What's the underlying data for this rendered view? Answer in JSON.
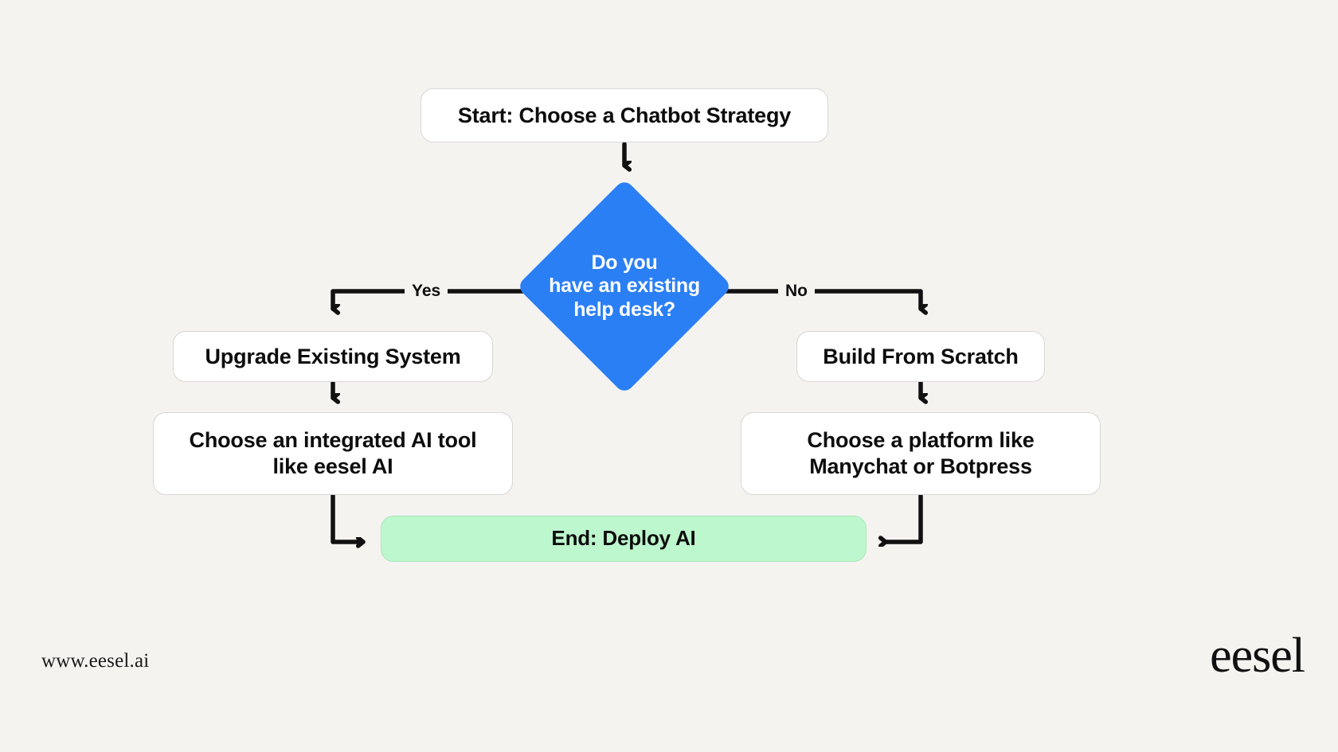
{
  "page": {
    "background_color": "#f4f3f0",
    "title": "Choose a Chatbot Strategy flowchart"
  },
  "theme": {
    "decision_color": "#2b7ff5",
    "end_node_color": "#bdf7cd",
    "node_fill": "#ffffff",
    "node_border": "#d8d7d3",
    "connector_color": "#111111",
    "text_color": "#0d0d0d"
  },
  "flowchart": {
    "type": "flowchart",
    "nodes": [
      {
        "id": "start",
        "shape": "rounded-rect",
        "label": "Start: Choose a Chatbot Strategy"
      },
      {
        "id": "decision",
        "shape": "diamond",
        "label": "Do you\nhave an existing\nhelp desk?"
      },
      {
        "id": "upgrade",
        "shape": "rounded-rect",
        "label": "Upgrade Existing System"
      },
      {
        "id": "build",
        "shape": "rounded-rect",
        "label": "Build From Scratch"
      },
      {
        "id": "integrated",
        "shape": "rounded-rect",
        "label": "Choose an integrated AI tool like eesel AI"
      },
      {
        "id": "platform",
        "shape": "rounded-rect",
        "label": "Choose a platform like Manychat or Botpress"
      },
      {
        "id": "end",
        "shape": "rounded-rect",
        "label": "End: Deploy AI"
      }
    ],
    "edges": [
      {
        "from": "start",
        "to": "decision",
        "label": ""
      },
      {
        "from": "decision",
        "to": "upgrade",
        "label": "Yes"
      },
      {
        "from": "decision",
        "to": "build",
        "label": "No"
      },
      {
        "from": "upgrade",
        "to": "integrated",
        "label": ""
      },
      {
        "from": "build",
        "to": "platform",
        "label": ""
      },
      {
        "from": "integrated",
        "to": "end",
        "label": ""
      },
      {
        "from": "platform",
        "to": "end",
        "label": ""
      }
    ],
    "labels": {
      "yes": "Yes",
      "no": "No"
    }
  },
  "footer": {
    "url": "www.eesel.ai",
    "brand": "eesel"
  }
}
